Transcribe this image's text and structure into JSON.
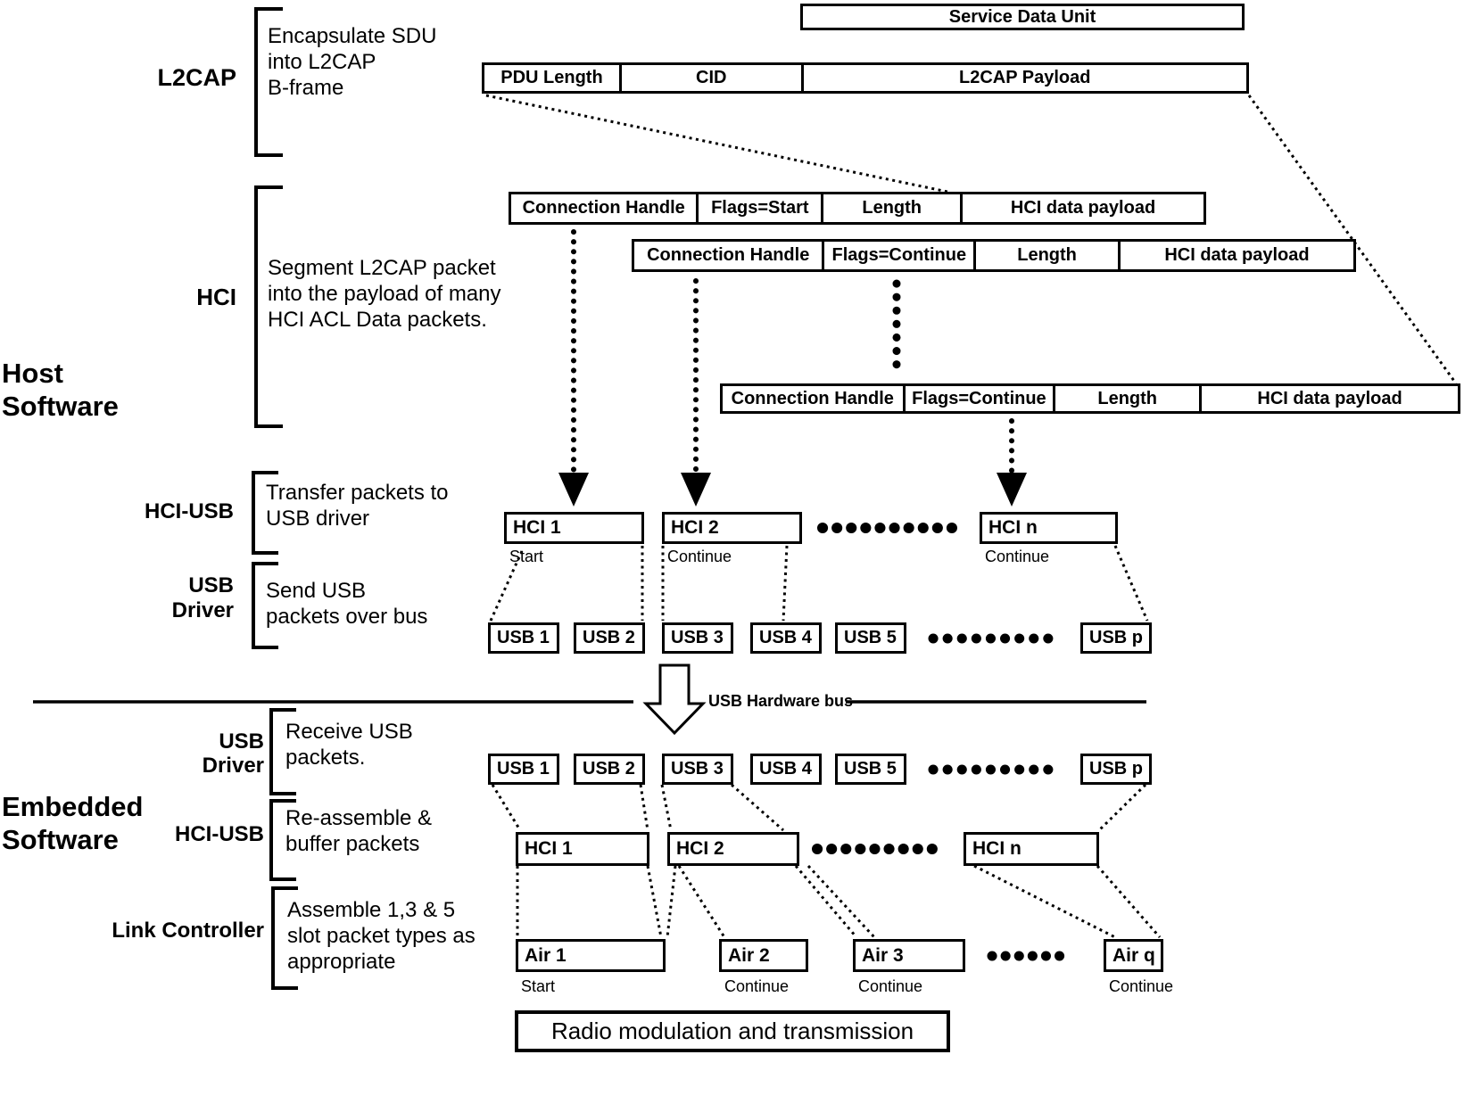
{
  "sdu": "Service Data Unit",
  "l2cap_frame": [
    "PDU Length",
    "CID",
    "L2CAP Payload"
  ],
  "hci_rows": [
    [
      "Connection Handle",
      "Flags=Start",
      "Length",
      "HCI data payload"
    ],
    [
      "Connection Handle",
      "Flags=Continue",
      "Length",
      "HCI data payload"
    ],
    [
      "Connection Handle",
      "Flags=Continue",
      "Length",
      "HCI data payload"
    ]
  ],
  "layers": {
    "l2cap": {
      "label": "L2CAP",
      "desc": "Encapsulate SDU\ninto L2CAP\nB-frame"
    },
    "hci": {
      "label": "HCI",
      "desc": "Segment L2CAP packet\ninto the  payload of many\nHCI ACL Data packets."
    },
    "hci_usb_host": {
      "label": "HCI-USB",
      "desc": "Transfer packets to\nUSB driver"
    },
    "usb_drv_host": {
      "label": "USB\nDriver",
      "desc": "Send USB\npackets over bus"
    },
    "usb_drv_emb": {
      "label": "USB\nDriver",
      "desc": "Receive USB\npackets."
    },
    "hci_usb_emb": {
      "label": "HCI-USB",
      "desc": "Re-assemble &\nbuffer packets"
    },
    "link_ctrl": {
      "label": "Link Controller",
      "desc": "Assemble 1,3 & 5\nslot packet types as\nappropriate"
    }
  },
  "sections": {
    "host": "Host\nSoftware",
    "embedded": "Embedded\nSoftware"
  },
  "bus_label": "USB Hardware bus",
  "hci_host_boxes": [
    {
      "label": "HCI 1",
      "tag": "Start"
    },
    {
      "label": "HCI 2",
      "tag": "Continue"
    },
    {
      "label": "HCI n",
      "tag": "Continue"
    }
  ],
  "usb_host_boxes": [
    "USB 1",
    "USB 2",
    "USB 3",
    "USB 4",
    "USB 5",
    "USB p"
  ],
  "usb_emb_boxes": [
    "USB 1",
    "USB 2",
    "USB 3",
    "USB 4",
    "USB 5",
    "USB p"
  ],
  "hci_emb_boxes": [
    "HCI 1",
    "HCI 2",
    "HCI n"
  ],
  "air_boxes": [
    {
      "label": "Air 1",
      "tag": "Start"
    },
    {
      "label": "Air 2",
      "tag": "Continue"
    },
    {
      "label": "Air 3",
      "tag": "Continue"
    },
    {
      "label": "Air q",
      "tag": "Continue"
    }
  ],
  "radio": "Radio modulation and transmission",
  "colors": {
    "ink": "#000000",
    "paper": "#ffffff"
  }
}
